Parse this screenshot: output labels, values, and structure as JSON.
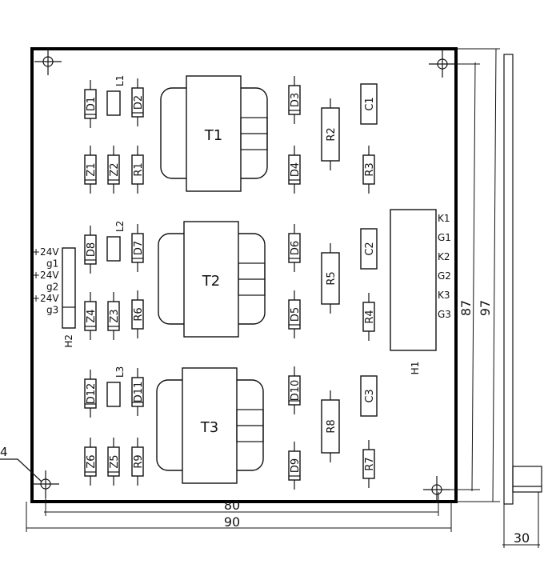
{
  "components": [
    {
      "label": "D1",
      "kind": "diode"
    },
    {
      "label": "Z1",
      "kind": "diode"
    },
    {
      "label": "D8",
      "kind": "diode"
    },
    {
      "label": "Z4",
      "kind": "diode"
    },
    {
      "label": "D12",
      "kind": "diode"
    },
    {
      "label": "Z6",
      "kind": "diode"
    },
    {
      "label": "Z2",
      "kind": "diode"
    },
    {
      "label": "Z3",
      "kind": "diode"
    },
    {
      "label": "Z5",
      "kind": "diode"
    },
    {
      "label": "D2",
      "kind": "diode"
    },
    {
      "label": "R1",
      "kind": "resistor"
    },
    {
      "label": "D7",
      "kind": "diode"
    },
    {
      "label": "R6",
      "kind": "resistor"
    },
    {
      "label": "D11",
      "kind": "diode"
    },
    {
      "label": "R9",
      "kind": "resistor"
    },
    {
      "label": "D3",
      "kind": "diode"
    },
    {
      "label": "D4",
      "kind": "diode"
    },
    {
      "label": "D6",
      "kind": "diode"
    },
    {
      "label": "D5",
      "kind": "diode"
    },
    {
      "label": "D10",
      "kind": "diode"
    },
    {
      "label": "D9",
      "kind": "diode"
    },
    {
      "label": "R2",
      "kind": "resistor"
    },
    {
      "label": "R5",
      "kind": "resistor"
    },
    {
      "label": "R8",
      "kind": "resistor"
    },
    {
      "label": "R3",
      "kind": "resistor"
    },
    {
      "label": "R4",
      "kind": "resistor"
    },
    {
      "label": "R7",
      "kind": "resistor"
    },
    {
      "label": "C1",
      "kind": "capacitor"
    },
    {
      "label": "C2",
      "kind": "capacitor"
    },
    {
      "label": "C3",
      "kind": "capacitor"
    }
  ],
  "inductors": [
    "L1",
    "L2",
    "L3"
  ],
  "transformers": [
    "T1",
    "T2",
    "T3"
  ],
  "connector_h1": {
    "label": "H1",
    "pins": [
      "K1",
      "G1",
      "K2",
      "G2",
      "K3",
      "G3"
    ]
  },
  "connector_h2": {
    "label": "H2",
    "pins": [
      "+24V",
      "g1",
      "+24V",
      "g2",
      "+24V",
      "g3"
    ]
  },
  "dimensions": {
    "inner_width": "80",
    "outer_width": "90",
    "inner_height": "87",
    "outer_height": "97",
    "depth": "30",
    "hole_callout": "4"
  }
}
